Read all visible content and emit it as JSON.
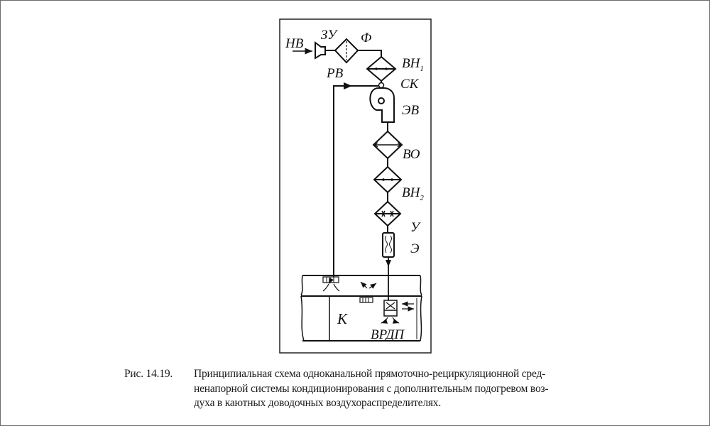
{
  "figure": {
    "labels": {
      "outside_air": "НВ",
      "intake_device": "ЗУ",
      "filter": "Ф",
      "preheater": "ВН",
      "preheater_sub": "1",
      "recirc_air": "РВ",
      "mixing_chamber": "СК",
      "fan": "ЭВ",
      "air_cooler": "ВО",
      "reheater": "ВН",
      "reheater_sub": "2",
      "humidifier": "У",
      "electric_heater": "Э",
      "cabin": "К",
      "terminal_unit": "ВРДП"
    },
    "stroke_color": "#111111",
    "frame_color": "#222222"
  },
  "caption": {
    "number": "Рис. 14.19.",
    "lines": [
      "Принципиальная схема одноканальной прямоточно-рециркуляционной сред-",
      "ненапорной системы кондиционирования с дополнительным подогревом воз-",
      "духа в каютных доводочных воздухораспределителях."
    ]
  }
}
